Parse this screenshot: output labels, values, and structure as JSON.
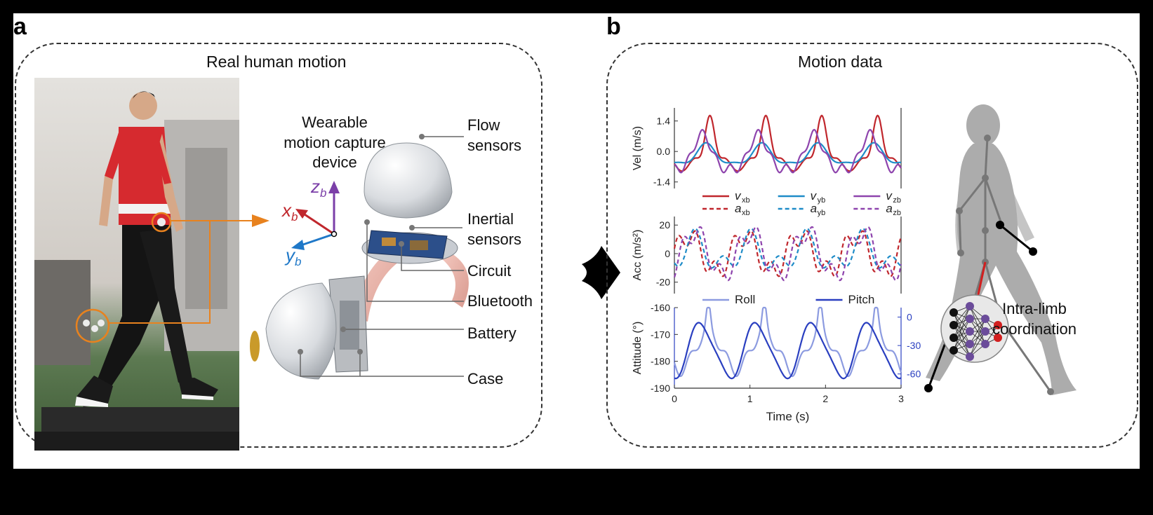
{
  "panel_a": {
    "letter": "a",
    "title": "Real human motion",
    "device_label": [
      "Wearable",
      "motion capture",
      "device"
    ],
    "axes": {
      "x": "x",
      "y": "y",
      "z": "z",
      "sub": "b"
    },
    "parts": {
      "flow": [
        "Flow",
        "sensors"
      ],
      "inertial": [
        "Inertial",
        "sensors"
      ],
      "circuit": "Circuit",
      "bluetooth": "Bluetooth",
      "battery": "Battery",
      "case": "Case"
    },
    "colors": {
      "x_axis": "#c0272d",
      "y_axis": "#1f78c8",
      "z_axis": "#7b3fa8",
      "highlight": "#e8821e",
      "flow_sensor": "#c99a2a"
    }
  },
  "panel_b": {
    "letter": "b",
    "title": "Motion data",
    "coordination_label": [
      "Intra-limb",
      "coordination"
    ],
    "colors": {
      "body": "#9e9e9e",
      "limb_highlight": "#d21f1f",
      "node_input": "#111111",
      "node_hidden": "#6b4c9a",
      "node_output": "#d21f1f"
    }
  },
  "chart_data": [
    {
      "type": "line",
      "ylabel": "Vel (m/s)",
      "yticks": [
        "1.4",
        "0.0",
        "-1.4"
      ],
      "ylim": [
        -1.7,
        2.0
      ],
      "xlim": [
        0,
        3
      ],
      "legend": [
        {
          "name": "v",
          "sub": "xb",
          "color": "#c0272d",
          "dash": false
        },
        {
          "name": "v",
          "sub": "yb",
          "color": "#1f8cc8",
          "dash": false
        },
        {
          "name": "v",
          "sub": "zb",
          "color": "#8e44ad",
          "dash": false
        }
      ],
      "series": [
        {
          "color": "#c0272d",
          "period": 0.74,
          "phase": 0.47,
          "amp": 1.95,
          "base": -0.3,
          "kind": "vx"
        },
        {
          "color": "#1f8cc8",
          "period": 0.74,
          "phase": 0.42,
          "amp": 0.45,
          "base": -0.2,
          "kind": "vy"
        },
        {
          "color": "#8e44ad",
          "period": 0.74,
          "phase": 0.37,
          "amp": 1.0,
          "base": -0.2,
          "kind": "vz"
        }
      ]
    },
    {
      "type": "line",
      "ylabel": "Acc (m/s²)",
      "yticks": [
        "20",
        "0",
        "-20"
      ],
      "ylim": [
        -28,
        26
      ],
      "xlim": [
        0,
        3
      ],
      "legend": [
        {
          "name": "a",
          "sub": "xb",
          "color": "#c0272d",
          "dash": true
        },
        {
          "name": "a",
          "sub": "yb",
          "color": "#1f8cc8",
          "dash": true
        },
        {
          "name": "a",
          "sub": "zb",
          "color": "#8e44ad",
          "dash": true
        }
      ],
      "series": [
        {
          "color": "#c0272d",
          "period": 0.74,
          "phase": 0.0,
          "amp": 18,
          "base": 0,
          "kind": "ax",
          "dash": true
        },
        {
          "color": "#1f8cc8",
          "period": 0.74,
          "phase": 0.2,
          "amp": 16,
          "base": 0,
          "kind": "ay",
          "dash": true
        },
        {
          "color": "#8e44ad",
          "period": 0.74,
          "phase": 0.05,
          "amp": 20,
          "base": 0,
          "kind": "az",
          "dash": true
        }
      ]
    },
    {
      "type": "line",
      "ylabel": "Attitude (°)",
      "yticks": [
        "-160",
        "-170",
        "-180",
        "-190"
      ],
      "yticks_right": [
        "0",
        "-30",
        "-60"
      ],
      "ylim": [
        -190,
        -160
      ],
      "xlim": [
        0,
        3
      ],
      "xticks": [
        "0",
        "1",
        "2",
        "3"
      ],
      "xlabel": "Time (s)",
      "legend": [
        {
          "name": "Roll",
          "color": "#8c9be0",
          "dash": false
        },
        {
          "name": "Pitch",
          "color": "#2a3fc0",
          "dash": false
        }
      ],
      "series": [
        {
          "name": "Roll",
          "color": "#8c9be0",
          "period": 0.74,
          "phase": 0.45,
          "amp": 12,
          "base": -176,
          "kind": "roll"
        },
        {
          "name": "Pitch",
          "color": "#2a3fc0",
          "period": 0.74,
          "phase": 0.17,
          "amp": 11,
          "base": -176,
          "kind": "pitch"
        }
      ]
    }
  ]
}
